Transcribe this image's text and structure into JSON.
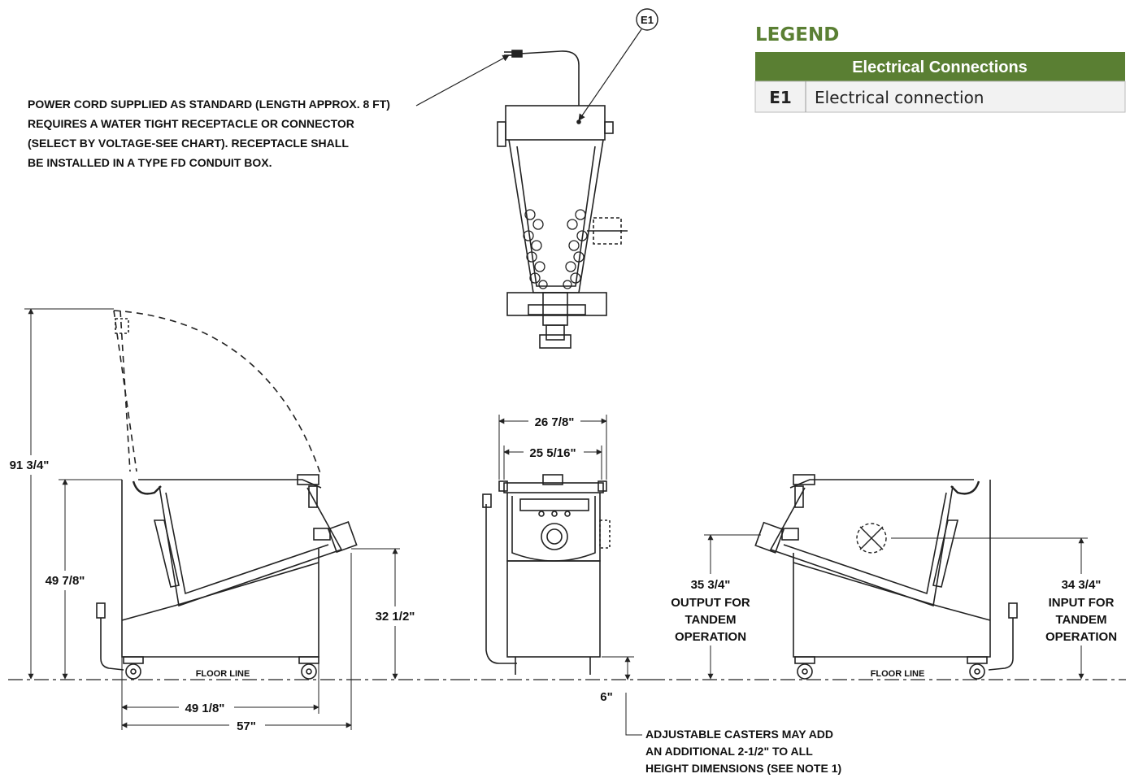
{
  "colors": {
    "accent": "#5a7f33",
    "row_bg": "#f2f2f2",
    "line": "#222222"
  },
  "notes": {
    "power_cord": [
      "POWER CORD SUPPLIED AS STANDARD (LENGTH APPROX. 8 FT)",
      "REQUIRES A WATER TIGHT RECEPTACLE OR CONNECTOR",
      "(SELECT BY VOLTAGE-SEE CHART). RECEPTACLE SHALL",
      "BE INSTALLED IN A TYPE FD CONDUIT BOX."
    ],
    "casters": [
      "ADJUSTABLE CASTERS MAY ADD",
      "AN ADDITIONAL 2-1/2\" TO ALL",
      "HEIGHT DIMENSIONS (SEE NOTE 1)"
    ]
  },
  "callout": "E1",
  "legend": {
    "title": "LEGEND",
    "header": "Electrical Connections",
    "rows": [
      {
        "key": "E1",
        "label": "Electrical connection"
      }
    ]
  },
  "dimensions": {
    "overall_height": "91 3/4\"",
    "body_height": "49 7/8\"",
    "rim_height": "32 1/2\"",
    "base_width": "49 1/8\"",
    "overall_width": "57\"",
    "front_width_outer": "26 7/8\"",
    "front_width_inner": "25 5/16\"",
    "caster_height": "6\"",
    "output_height": "35 3/4\"",
    "output_label": [
      "OUTPUT FOR",
      "TANDEM",
      "OPERATION"
    ],
    "input_height": "34 3/4\"",
    "input_label": [
      "INPUT FOR",
      "TANDEM",
      "OPERATION"
    ]
  },
  "floor_line": "FLOOR LINE"
}
